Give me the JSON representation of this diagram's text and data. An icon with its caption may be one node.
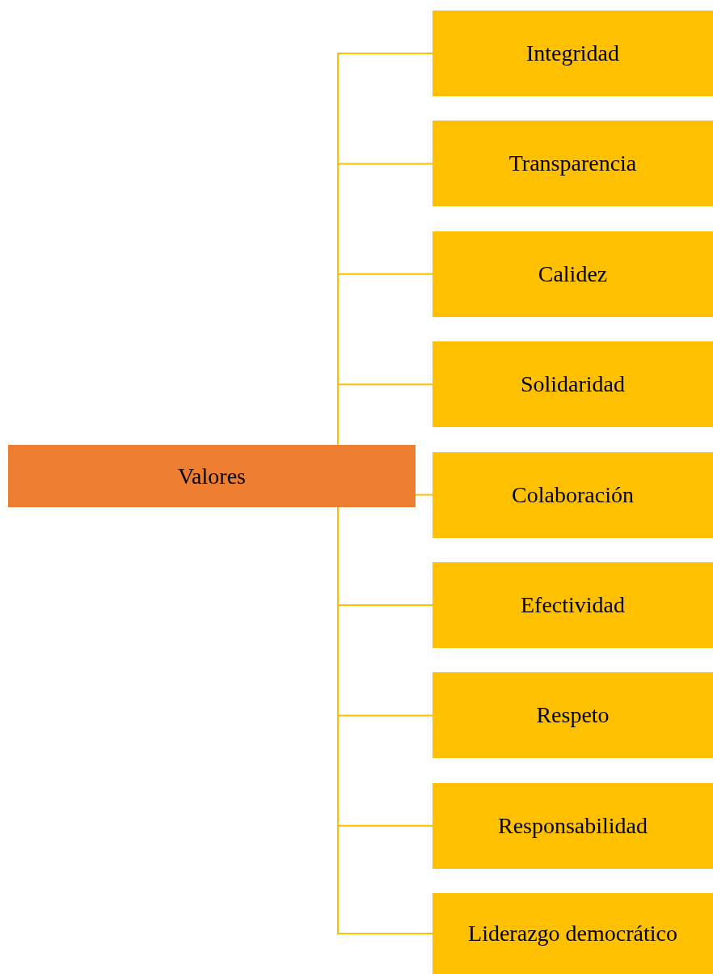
{
  "diagram": {
    "nodes": [
      {
        "text": [
          "Valores"
        ]
      },
      {
        "text": [
          "Integridad"
        ]
      },
      {
        "text": [
          "Transparencia"
        ]
      },
      {
        "text": [
          "Calidez"
        ]
      },
      {
        "text": [
          "Solidaridad"
        ]
      },
      {
        "text": [
          "Colaboración"
        ]
      },
      {
        "text": [
          "Efectividad"
        ]
      },
      {
        "text": [
          "Respeto"
        ]
      },
      {
        "text": [
          "Responsabilidad"
        ]
      },
      {
        "text": [
          "Liderazgo democrático"
        ]
      }
    ],
    "edges": [
      {
        "from": 0,
        "to": 1,
        "arrow": "none"
      },
      {
        "from": 0,
        "to": 2,
        "arrow": "none"
      },
      {
        "from": 0,
        "to": 3,
        "arrow": "none"
      },
      {
        "from": 0,
        "to": 4,
        "arrow": "none"
      },
      {
        "from": 0,
        "to": 5,
        "arrow": "none"
      },
      {
        "from": 0,
        "to": 6,
        "arrow": "none"
      },
      {
        "from": 0,
        "to": 7,
        "arrow": "none"
      },
      {
        "from": 0,
        "to": 8,
        "arrow": "none"
      },
      {
        "from": 0,
        "to": 9,
        "arrow": "none"
      }
    ]
  }
}
